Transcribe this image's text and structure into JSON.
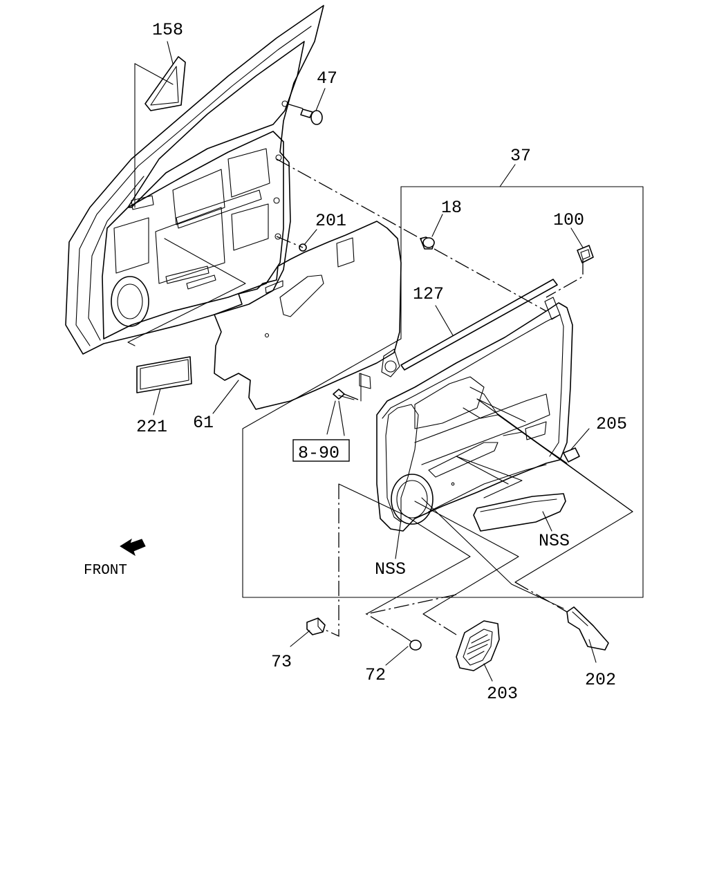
{
  "labels": {
    "p158": "158",
    "p47": "47",
    "p37": "37",
    "p18": "18",
    "p100": "100",
    "p201": "201",
    "p127": "127",
    "p205": "205",
    "p221": "221",
    "p61": "61",
    "p8_90": "8-90",
    "nss_left": "NSS",
    "nss_right": "NSS",
    "p73": "73",
    "p72": "72",
    "p203": "203",
    "p202": "202"
  },
  "front_indicator": {
    "text": "FRONT",
    "icon": "arrow-icon"
  }
}
